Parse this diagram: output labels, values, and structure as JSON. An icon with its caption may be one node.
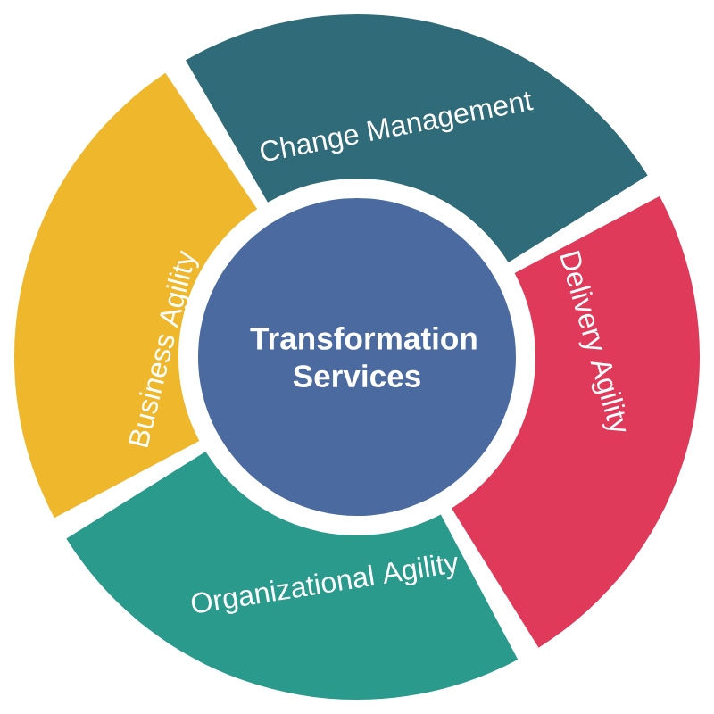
{
  "diagram": {
    "nodes": [
      {
        "text": [
          "Transformation Services"
        ]
      },
      {
        "text": [
          "Change Management"
        ]
      },
      {
        "text": [
          "Delivery Agility"
        ]
      },
      {
        "text": [
          "Organizational Agility"
        ]
      },
      {
        "text": [
          "Business Agility"
        ]
      }
    ]
  }
}
